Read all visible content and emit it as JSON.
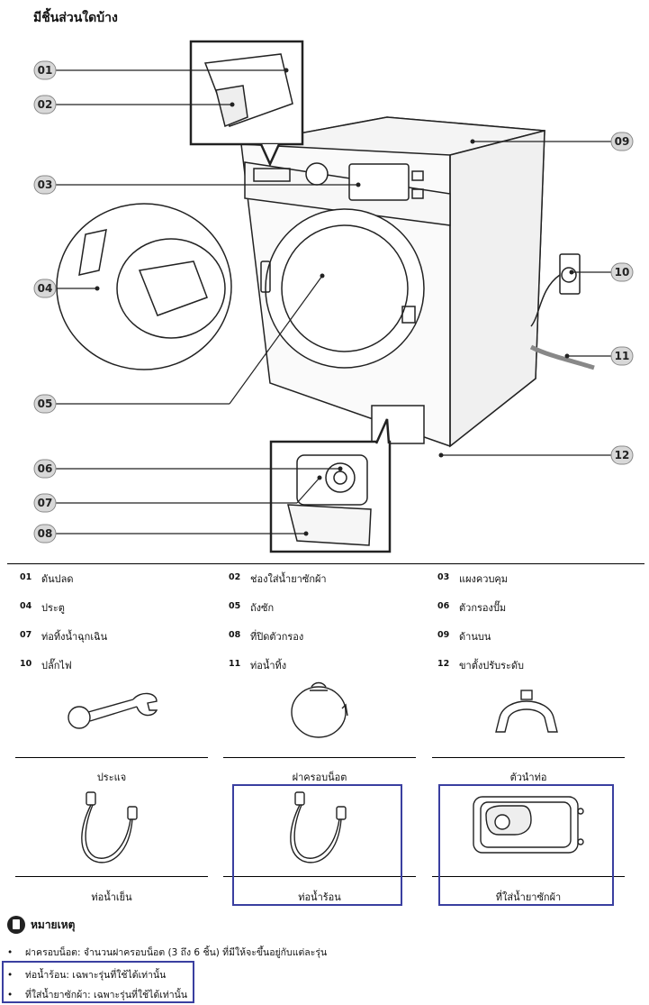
{
  "title": "มีชิ้นส่วนใดบ้าง",
  "callouts": [
    "01",
    "02",
    "03",
    "04",
    "05",
    "06",
    "07",
    "08",
    "09",
    "10",
    "11",
    "12"
  ],
  "parts": [
    {
      "num": "01",
      "name": "ดันปลด"
    },
    {
      "num": "02",
      "name": "ช่องใส่น้ำยาซักผ้า"
    },
    {
      "num": "03",
      "name": "แผงควบคุม"
    },
    {
      "num": "04",
      "name": "ประตู"
    },
    {
      "num": "05",
      "name": "ถังซัก"
    },
    {
      "num": "06",
      "name": "ตัวกรองปั๊ม"
    },
    {
      "num": "07",
      "name": "ท่อทิ้งน้ำฉุกเฉิน"
    },
    {
      "num": "08",
      "name": "ที่ปิดตัวกรอง"
    },
    {
      "num": "09",
      "name": "ด้านบน"
    },
    {
      "num": "10",
      "name": "ปลั๊กไฟ"
    },
    {
      "num": "11",
      "name": "ท่อน้ำทิ้ง"
    },
    {
      "num": "12",
      "name": "ขาตั้งปรับระดับ"
    }
  ],
  "accessories": [
    {
      "name": "ประแจ",
      "icon": "spanner-icon"
    },
    {
      "name": "ฝาครอบน็อต",
      "icon": "bolt-cap-icon"
    },
    {
      "name": "ตัวนำท่อ",
      "icon": "hose-guide-icon"
    },
    {
      "name": "ท่อน้ำเย็น",
      "icon": "cold-hose-icon"
    },
    {
      "name": "ท่อน้ำร้อน",
      "icon": "hot-hose-icon"
    },
    {
      "name": "ที่ใส่น้ำยาซักผ้า",
      "icon": "detergent-drawer-icon"
    }
  ],
  "highlight_color": "#3a3fa0",
  "note": {
    "heading": "หมายเหตุ",
    "items": [
      "ฝาครอบน็อต: จำนวนฝาครอบน็อต (3 ถึง 6 ชิ้น) ที่มีให้จะขึ้นอยู่กับแต่ละรุ่น",
      "ท่อน้ำร้อน: เฉพาะรุ่นที่ใช้ได้เท่านั้น",
      "ที่ใส่น้ำยาซักผ้า: เฉพาะรุ่นที่ใช้ได้เท่านั้น"
    ]
  }
}
